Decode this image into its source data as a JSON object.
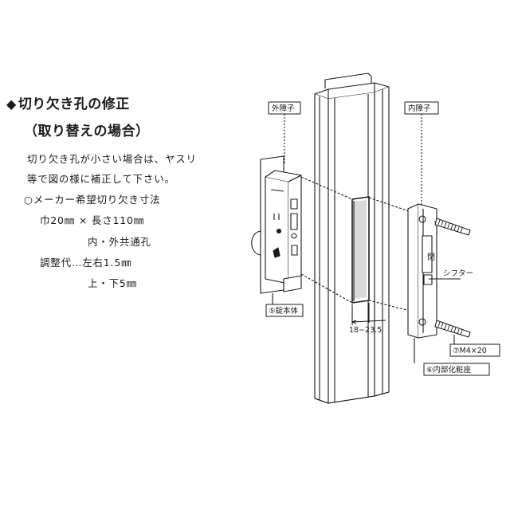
{
  "heading": {
    "mark": "◆",
    "title": "切り欠き孔の修正",
    "subtitle": "（取り替えの場合）"
  },
  "instructions": {
    "line1": "切り欠き孔が小さい場合は、ヤスリ",
    "line2": "等で図の様に補正して下さい。",
    "line3": "○メーカー希望切り欠き寸法",
    "line4": "巾20㎜ × 長さ110㎜",
    "line5": "内・外共通孔",
    "line6": "調整代…左右1.5㎜",
    "line7": "上・下5㎜"
  },
  "diagram": {
    "label_outer": "外障子",
    "label_inner": "内障子",
    "label_close": "閉",
    "label_shifter": "シフター",
    "label_lock_body": "⑤錠本体",
    "label_range": "18−23.5",
    "label_screw": "⑦M4×20",
    "label_plate": "⑥内部化粧座"
  }
}
